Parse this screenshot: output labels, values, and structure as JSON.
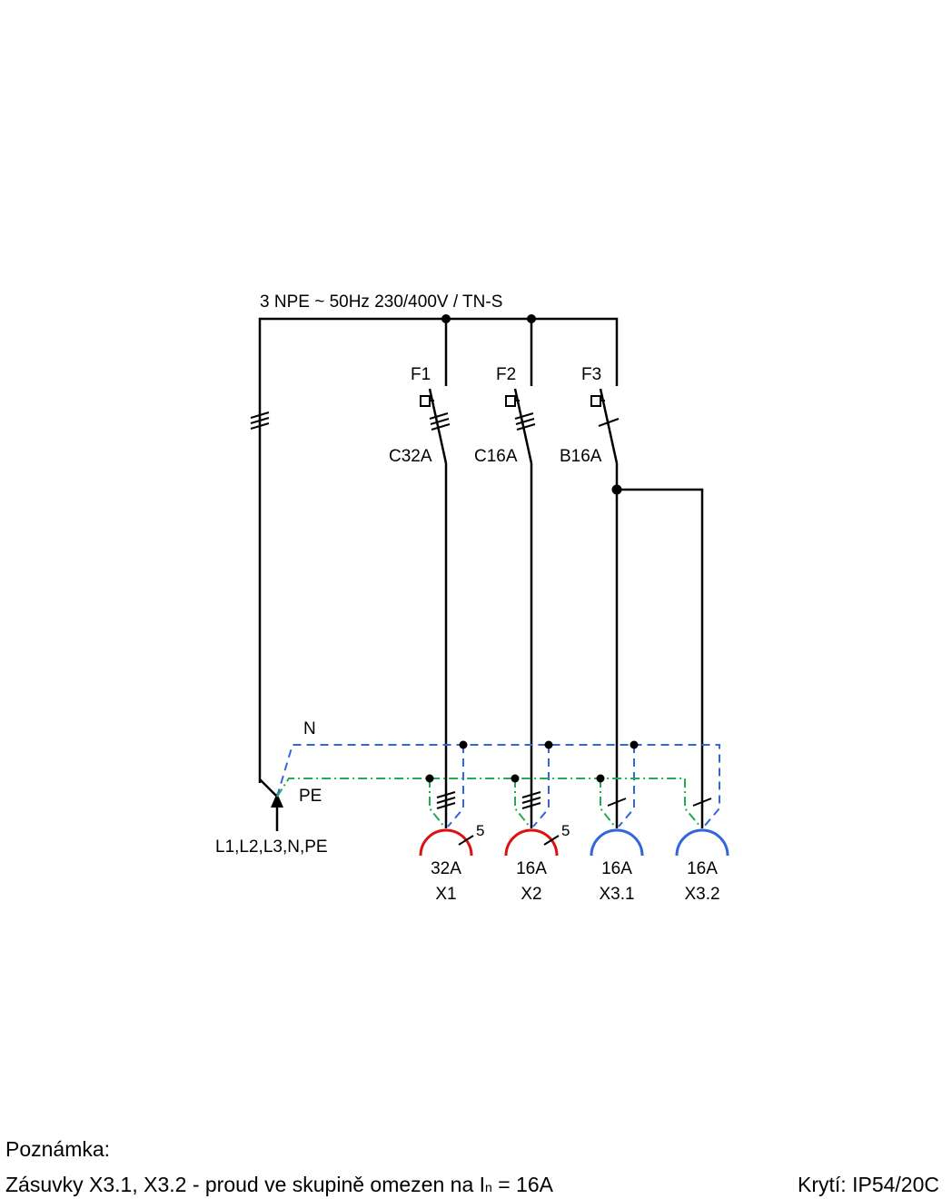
{
  "supply": {
    "label": "3 NPE ~ 50Hz  230/400V / TN-S",
    "feed_label": "L1,L2,L3,N,PE"
  },
  "conductors": {
    "n": "N",
    "pe": "PE"
  },
  "breakers": [
    {
      "id": "F1",
      "rating": "C32A",
      "poles": 3
    },
    {
      "id": "F2",
      "rating": "C16A",
      "poles": 3
    },
    {
      "id": "F3",
      "rating": "B16A",
      "poles": 1
    }
  ],
  "sockets": [
    {
      "id": "X1",
      "rating": "32A",
      "pins": "5",
      "color": "#dd1111"
    },
    {
      "id": "X2",
      "rating": "16A",
      "pins": "5",
      "color": "#dd1111"
    },
    {
      "id": "X3.1",
      "rating": "16A",
      "pins": "",
      "color": "#3366dd"
    },
    {
      "id": "X3.2",
      "rating": "16A",
      "pins": "",
      "color": "#3366dd"
    }
  ],
  "colors": {
    "neutral": "#3366dd",
    "pe": "#22aa55",
    "phase": "#000000"
  },
  "notes": {
    "title": "Poznámka:",
    "line_pre": "Zásuvky X3.1, X3.2 - proud ve skupině omezen na I",
    "line_sub": "n",
    "line_post": " = 16A",
    "protection": "Krytí: IP54/20C"
  }
}
